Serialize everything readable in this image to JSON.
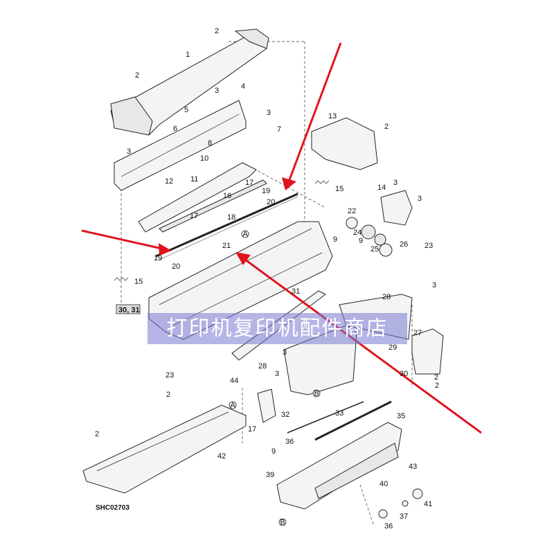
{
  "watermark": {
    "text": "打印机复印机配件商店"
  },
  "drawing_code": "SHC02703",
  "boxed_callout": "30, 31",
  "ref_mark_a": "A",
  "ref_mark_b": "B",
  "colors": {
    "arrow": "#e0141e",
    "watermark_bg": "#7878d2"
  },
  "callouts": {
    "c1": "1",
    "c2a": "2",
    "c2b": "2",
    "c2c": "2",
    "c2d": "2",
    "c2e": "2",
    "c2f": "2",
    "c2g": "2",
    "c3a": "3",
    "c3b": "3",
    "c3c": "3",
    "c3d": "3",
    "c3e": "3",
    "c3f": "3",
    "c3g": "3",
    "c3h": "3",
    "c4": "4",
    "c5": "5",
    "c6": "6",
    "c7": "7",
    "c8": "8",
    "c9a": "9",
    "c9b": "9",
    "c9c": "9",
    "c10": "10",
    "c11": "11",
    "c12": "12",
    "c13": "13",
    "c14": "14",
    "c15a": "15",
    "c15b": "15",
    "c16": "16",
    "c17a": "17",
    "c17b": "17",
    "c17c": "17",
    "c18": "18",
    "c19a": "19",
    "c19b": "19",
    "c20a": "20",
    "c20b": "20",
    "c21": "21",
    "c22": "22",
    "c23a": "23",
    "c23b": "23",
    "c24": "24",
    "c25": "25",
    "c26": "26",
    "c27": "27",
    "c28a": "28",
    "c28b": "28",
    "c29": "29",
    "c30": "30",
    "c31": "31",
    "c32": "32",
    "c33": "33",
    "c35": "35",
    "c36a": "36",
    "c36b": "36",
    "c37": "37",
    "c39": "39",
    "c40": "40",
    "c41": "41",
    "c42": "42",
    "c43": "43",
    "c44": "44"
  }
}
